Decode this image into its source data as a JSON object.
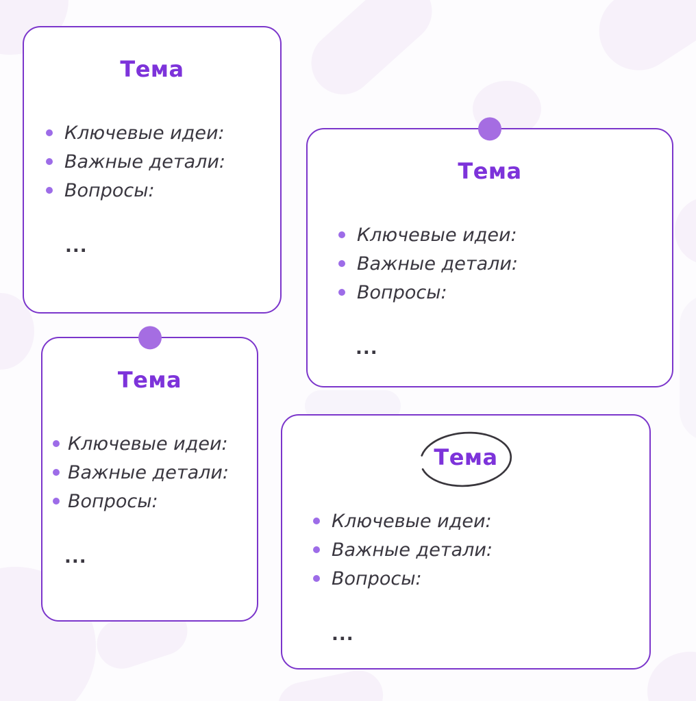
{
  "page": {
    "background": "#FDFCFE",
    "decor_blob_color": "#F3EDF8"
  },
  "palette": {
    "card_border": "#7B35CB",
    "card_background": "#FFFFFF",
    "title_color": "#7D33DA",
    "bullet_color": "#9D6CE8",
    "pin_color": "#A56DE2",
    "text_color": "#3A3740",
    "sketch_circle_color": "#39363C"
  },
  "cards": [
    {
      "title": "Тема",
      "items": [
        "Ключевые идеи:",
        "Важные детали:",
        "Вопросы:"
      ],
      "more": "...",
      "pin": false,
      "title_circled": false
    },
    {
      "title": "Тема",
      "items": [
        "Ключевые идеи:",
        "Важные детали:",
        "Вопросы:"
      ],
      "more": "...",
      "pin": true,
      "title_circled": false
    },
    {
      "title": "Тема",
      "items": [
        "Ключевые идеи:",
        "Важные детали:",
        "Вопросы:"
      ],
      "more": "...",
      "pin": true,
      "title_circled": false
    },
    {
      "title": "Тема",
      "items": [
        "Ключевые идеи:",
        "Важные детали:",
        "Вопросы:"
      ],
      "more": "...",
      "pin": false,
      "title_circled": true
    }
  ]
}
